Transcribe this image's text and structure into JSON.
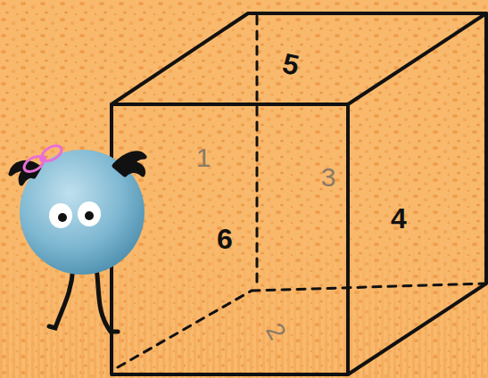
{
  "diagram": {
    "labels": [
      "5",
      "1",
      "3",
      "6",
      "4",
      "2"
    ]
  }
}
